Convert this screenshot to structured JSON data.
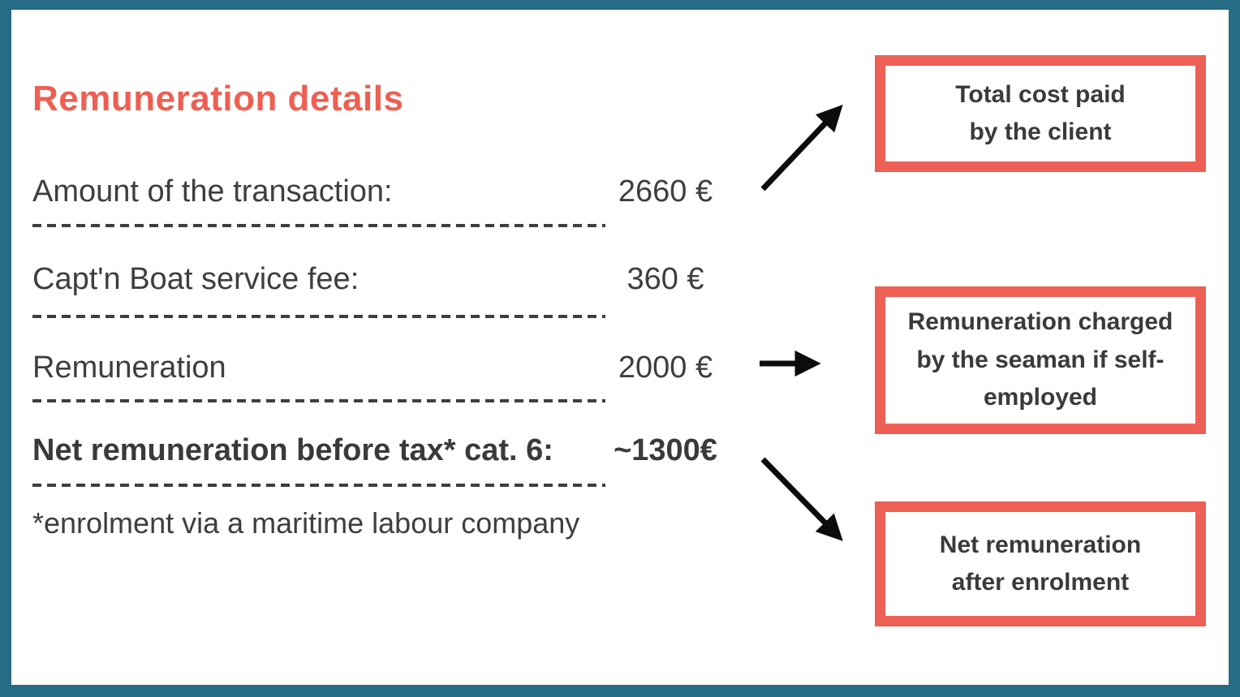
{
  "title": "Remuneration details",
  "colors": {
    "frame_teal": "#276c85",
    "accent_coral": "#ee6055",
    "title_coral": "#ee5f52",
    "text_dark": "#3e3e3e",
    "arrow_black": "#0c0c0c"
  },
  "rows": [
    {
      "label": "Amount of the transaction:",
      "value": "2660 €"
    },
    {
      "label": "Capt'n Boat service fee:",
      "value": "360 €"
    },
    {
      "label": "Remuneration",
      "value": "2000  €"
    },
    {
      "label": "Net remuneration before tax* cat. 6:",
      "value": "~1300€"
    }
  ],
  "footnote": "*enrolment via a maritime labour company",
  "callouts": [
    {
      "lines": [
        "Total cost paid",
        "by the client"
      ]
    },
    {
      "lines": [
        "Remuneration charged",
        "by the seaman if self-",
        "employed"
      ]
    },
    {
      "lines": [
        "Net remuneration",
        "after enrolment"
      ]
    }
  ]
}
